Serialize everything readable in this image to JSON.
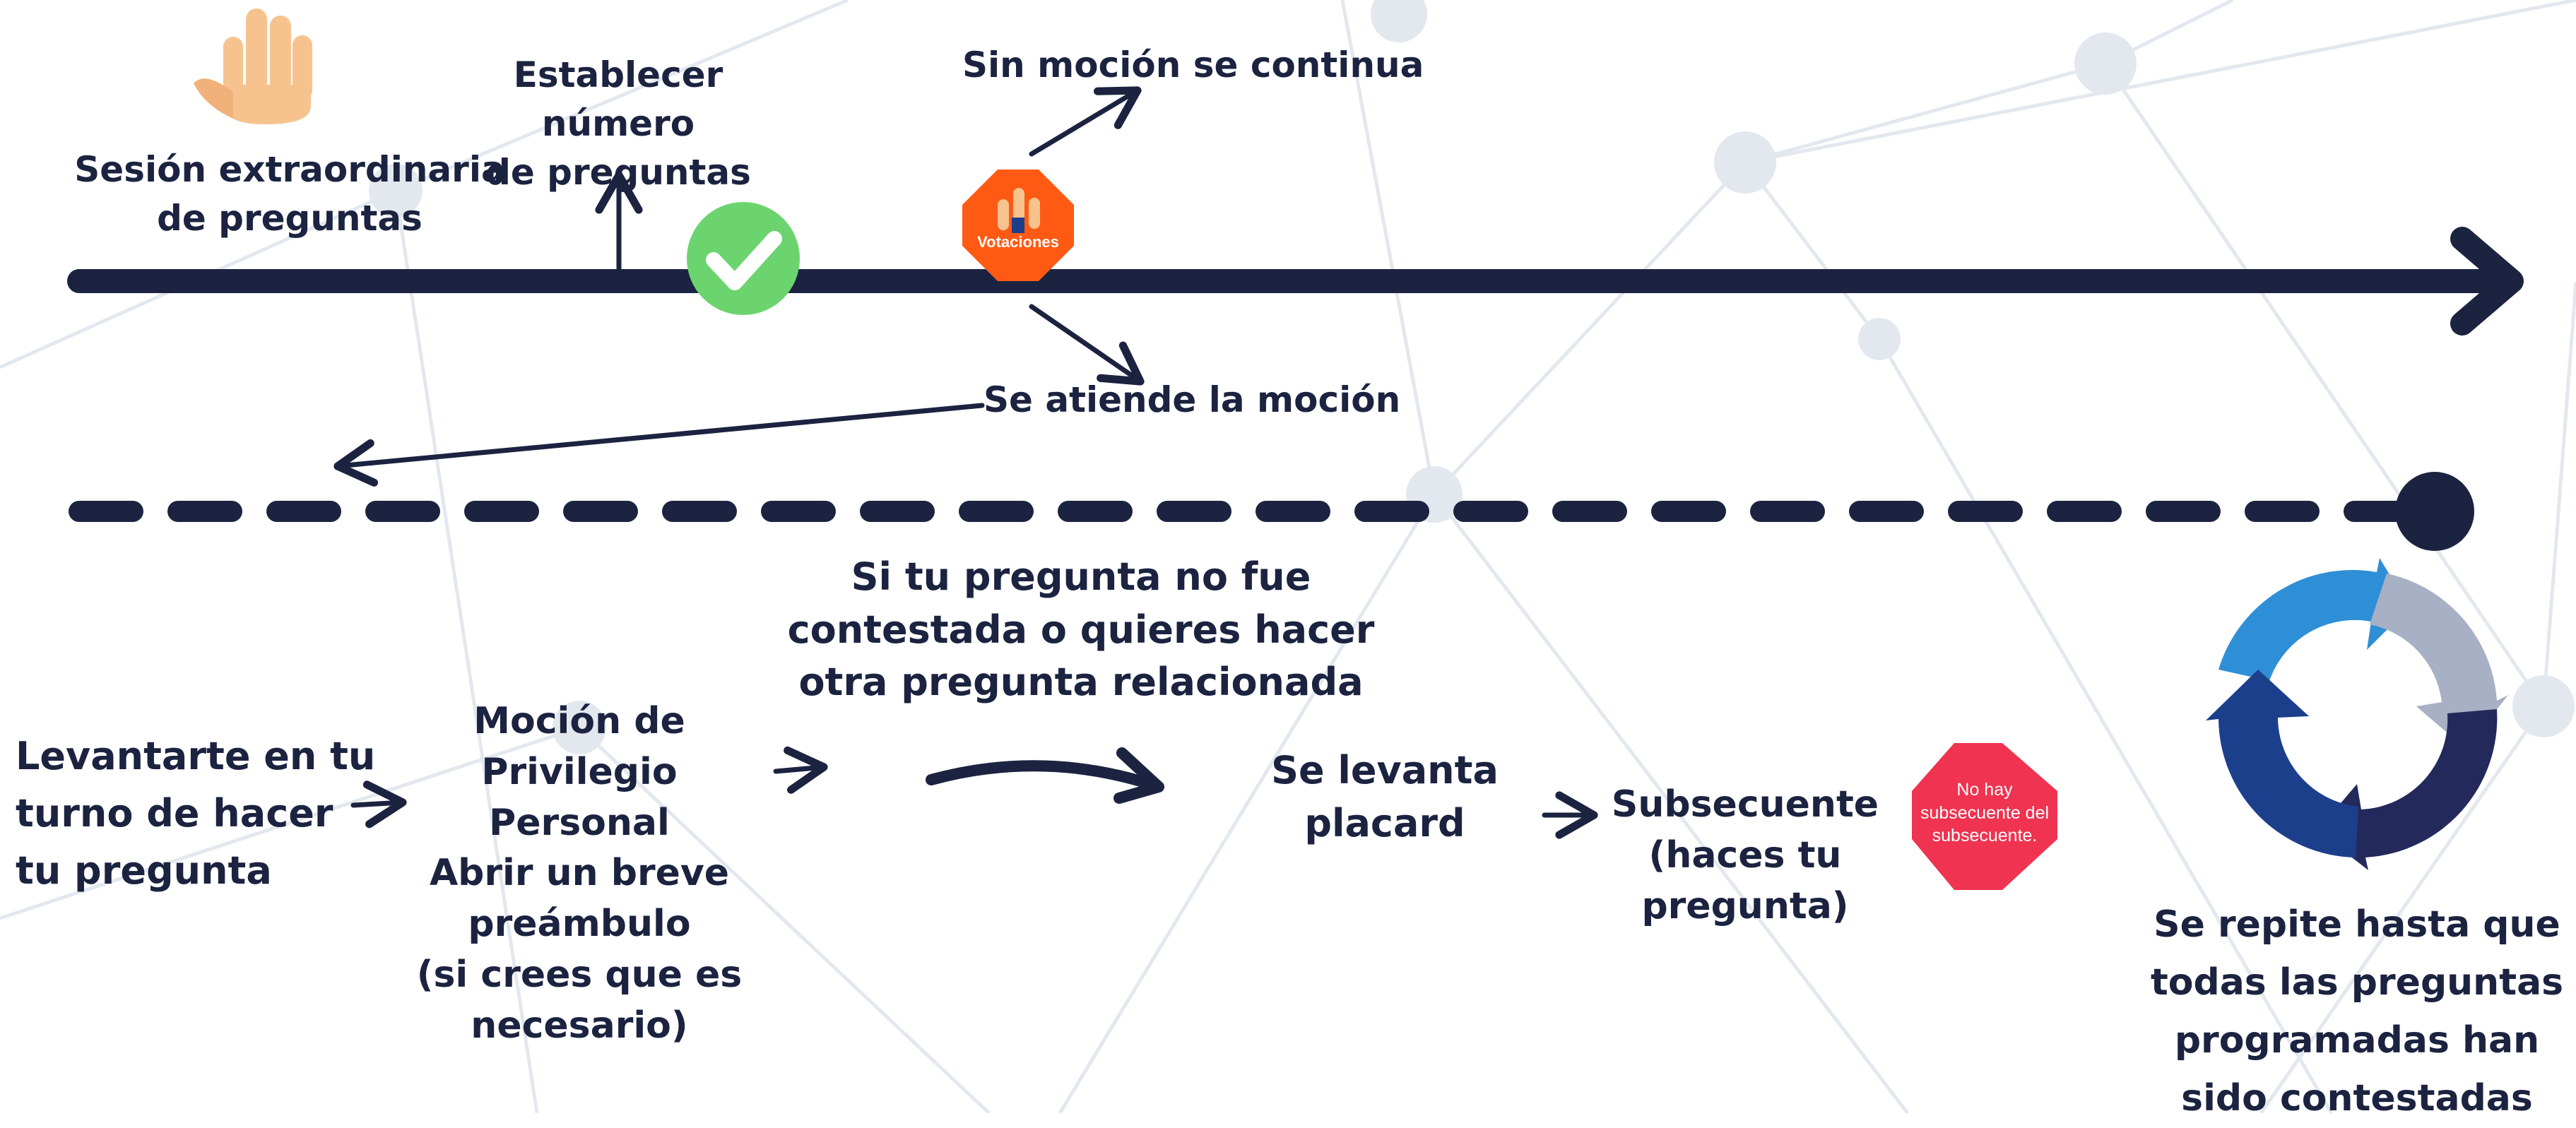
{
  "diagram": {
    "labels": {
      "session": "Sesión extraordinaria\nde preguntas",
      "set_number": "Establecer número\nde preguntas",
      "no_motion": "Sin moción se continua",
      "motion_attended": "Se atiende la moción",
      "stand_up": "Levantarte en tu\nturno de hacer\ntu pregunta",
      "privilege": "Moción de Privilegio\nPersonal\nAbrir un breve\npreámbulo\n(si crees que es\nnecesario)",
      "not_answered": "Si tu pregunta no fue\ncontestada o quieres hacer\notra pregunta relacionada",
      "placard": "Se levanta\nplacard",
      "subsequent": "Subsecuente\n(haces tu\npregunta)",
      "repeat": "Se repite hasta que\ntodas las preguntas\nprogramadas han\nsido contestadas"
    },
    "stop_signs": {
      "votes": "Votaciones",
      "no_subsequent": "No hay\nsubsecuente del\nsubsecuente."
    },
    "icons": [
      "raised-hand-icon",
      "check-circle-icon",
      "raised-hands-icon",
      "cycle-arrows-icon"
    ],
    "colors": {
      "navy": "#1b2340",
      "green": "#6cd46e",
      "orange": "#ff5a14",
      "red": "#ef3350",
      "blue": "#2f8fd6",
      "steel": "#a7b0c4",
      "dark_blue": "#1c3f8c"
    }
  }
}
